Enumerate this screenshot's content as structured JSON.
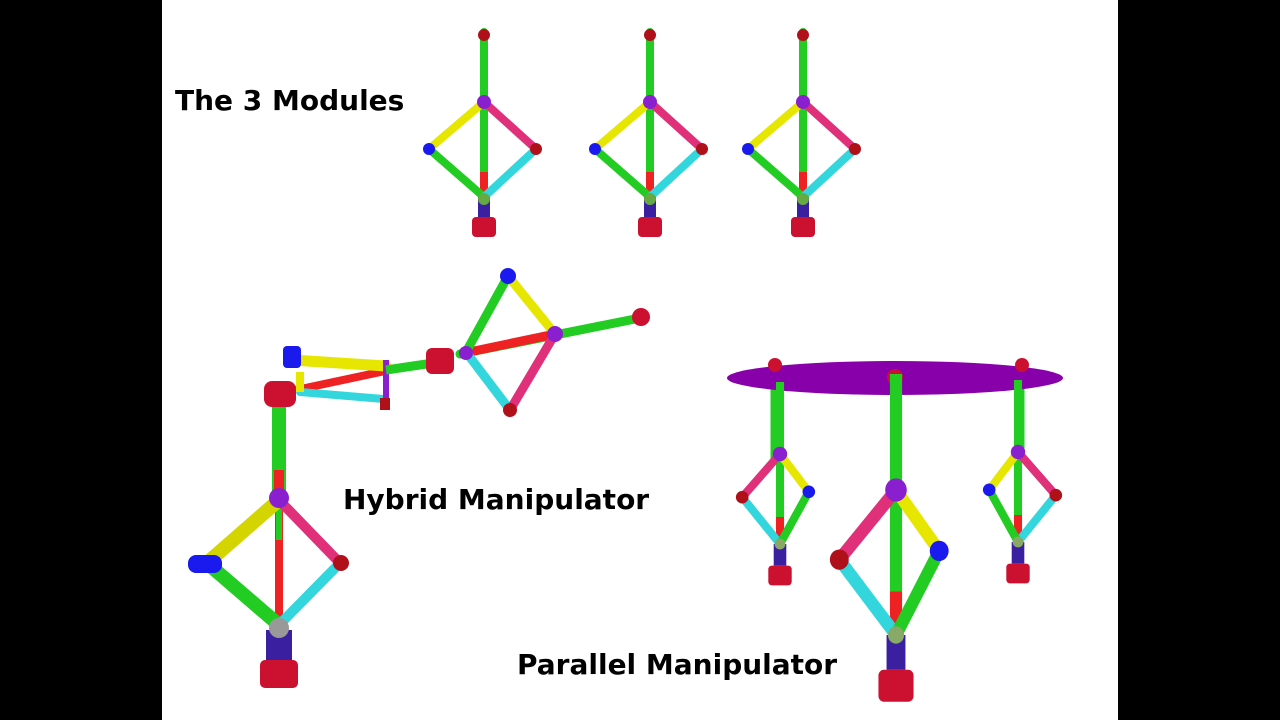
{
  "labels": {
    "modules": "The 3 Modules",
    "hybrid": "Hybrid Manipulator",
    "parallel": "Parallel Manipulator"
  },
  "colors": {
    "background_outer": "#000000",
    "background_canvas": "#ffffff",
    "link_green": "#22cc22",
    "link_yellow": "#e6e600",
    "link_magenta": "#e0307a",
    "link_cyan": "#33d6dd",
    "link_red": "#ee2222",
    "joint_purple": "#8a1fcf",
    "joint_blue": "#1a1aee",
    "joint_darkred": "#b0101a",
    "base_red": "#cc1030",
    "base_indigo": "#3a1fa0",
    "platform_purple": "#8800aa"
  }
}
